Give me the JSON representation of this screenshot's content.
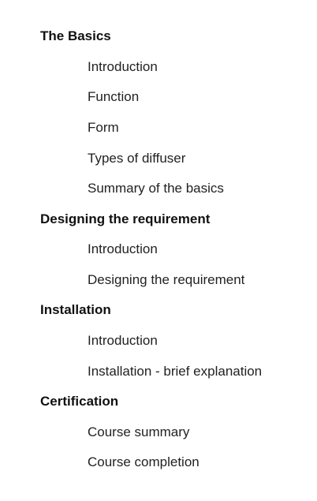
{
  "sections": [
    {
      "title": "The Basics",
      "lessons": [
        "Introduction",
        "Function",
        "Form",
        "Types of diffuser",
        "Summary of the basics"
      ]
    },
    {
      "title": "Designing the requirement",
      "lessons": [
        "Introduction",
        "Designing the requirement"
      ]
    },
    {
      "title": "Installation",
      "lessons": [
        "Introduction",
        "Installation - brief explanation"
      ]
    },
    {
      "title": "Certification",
      "lessons": [
        "Course summary",
        "Course completion"
      ]
    }
  ]
}
